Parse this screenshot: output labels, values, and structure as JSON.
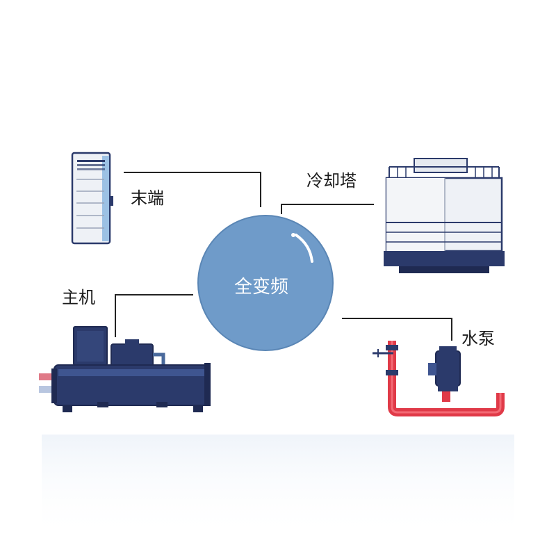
{
  "hub": {
    "label": "全变频",
    "fill": "#6f9bc9",
    "stroke": "#5a86b5"
  },
  "nodes": [
    {
      "id": "terminal",
      "label": "末端"
    },
    {
      "id": "cooling-tower",
      "label": "冷却塔"
    },
    {
      "id": "chiller",
      "label": "主机"
    },
    {
      "id": "water-pump",
      "label": "水泵"
    }
  ],
  "colors": {
    "equipment_navy": "#2b3a6b",
    "equipment_dark": "#1f2a52",
    "panel_light": "#eef1f6",
    "pipe_red": "#e03a48",
    "connector_line": "#222222"
  }
}
